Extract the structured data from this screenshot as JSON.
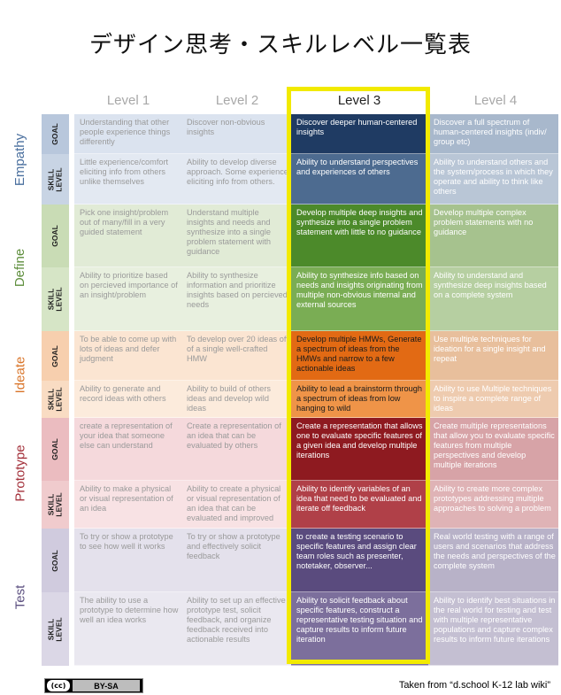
{
  "title": "デザイン思考・スキルレベル一覧表",
  "levels": [
    "Level 1",
    "Level 2",
    "Level 3",
    "Level 4"
  ],
  "active_level_index": 2,
  "stages": [
    {
      "name": "Empathy",
      "color": "#4a6f9e",
      "rows": [
        {
          "label": "GOAL",
          "cells": [
            "Understanding that other people experience things differently",
            "Discover non-obvious insights",
            "Discover deeper human-centered insights",
            "Discover a full spectrum of human-centered insights (indiv/ group etc)"
          ]
        },
        {
          "label": "SKILL LEVEL",
          "cells": [
            "Little experience/comfort eliciting info from others unlike themselves",
            "Ability to develop diverse approach. Some experience eliciting info from others.",
            "Ability to understand perspectives and experiences of others",
            "Ability to understand others and the system/process in which they operate and ability to think like others"
          ]
        }
      ]
    },
    {
      "name": "Define",
      "color": "#5e8e3c",
      "rows": [
        {
          "label": "GOAL",
          "cells": [
            "Pick one insight/problem out of many/fill in a very guided statement",
            "Understand multiple insights and needs and synthesize into a single problem statement with guidance",
            "Develop multiple deep insights and synthesize into a single problem statement with little to no guidance",
            "Develop multiple complex problem statements with no guidance"
          ]
        },
        {
          "label": "SKILL LEVEL",
          "cells": [
            "Ability to prioritize based on percieved importance of an insight/problem",
            "Ability to synthesize information and prioritize insights based on percieved needs",
            "Ability to synthesize info based on needs and insights originating from multiple non-obvious internal and external sources",
            "Ability to understand and synthesize deep insights based on a complete system"
          ]
        }
      ]
    },
    {
      "name": "Ideate",
      "color": "#d9752a",
      "rows": [
        {
          "label": "GOAL",
          "cells": [
            "To be able to come up with lots of ideas and defer judgment",
            "To develop over 20 ideas off of a single well-crafted HMW",
            "Develop multiple HMWs, Generate a spectrum of ideas from the HMWs and narrow to a few actionable ideas",
            "Use multiple techniques for ideation for a single insight and repeat"
          ]
        },
        {
          "label": "SKILL LEVEL",
          "cells": [
            "Ability to generate and record ideas with others",
            "Ability to build of others ideas and develop wild ideas",
            "Ability to lead a brainstorm through a spectrum of ideas from low hanging to wild",
            "Ability to use Multiple techniques to inspire a complete range of ideas"
          ]
        }
      ]
    },
    {
      "name": "Prototype",
      "color": "#a3303a",
      "rows": [
        {
          "label": "GOAL",
          "cells": [
            "create a representation of your idea that someone else can understand",
            "Create a representation of an idea that can be evaluated by others",
            "Create a representation that allows one to evaluate specific features of a given idea and develop multiple iterations",
            "Create multiple representations that allow you to evaluate specific features from multiple perspectives and develop multiple iterations"
          ]
        },
        {
          "label": "SKILL LEVEL",
          "cells": [
            "Ability to make a physical or visual representation of an idea",
            "Ability to create a physical or visual representation of an idea that can be evaluated and improved",
            "Ability to identify variables of an idea that need to be evaluated and iterate off feedback",
            "Ability to create more complex prototypes addressing multiple approaches to solving a problem"
          ]
        }
      ]
    },
    {
      "name": "Test",
      "color": "#5c5080",
      "rows": [
        {
          "label": "GOAL",
          "cells": [
            "To try or show a prototype to see how well it works",
            "To try or show a prototype and effectively solicit feedback",
            "to create a testing scenario to specific features and assign clear team roles such as presenter, notetaker, observer...",
            "Real world testing with a range of users and scenarios that address the needs and perspectives of the complete system"
          ]
        },
        {
          "label": "SKILL LEVEL",
          "cells": [
            "The ability to use a prototype to determine how well an idea works",
            "Ability to set up an effective prototype test, solicit feedback, and organize feedback received into actionable results",
            "Ability to solicit feedback about specific features, construct a representative testing situation and capture results to inform future iteration",
            "Ability to identify best situations in the real world for testing and test with multiple representative populations and capture complex results to inform future iterations"
          ]
        }
      ]
    }
  ],
  "license": {
    "icon_text": "(cc)",
    "text": "BY-SA"
  },
  "credit": "Taken from “d.school K-12 lab wiki”"
}
